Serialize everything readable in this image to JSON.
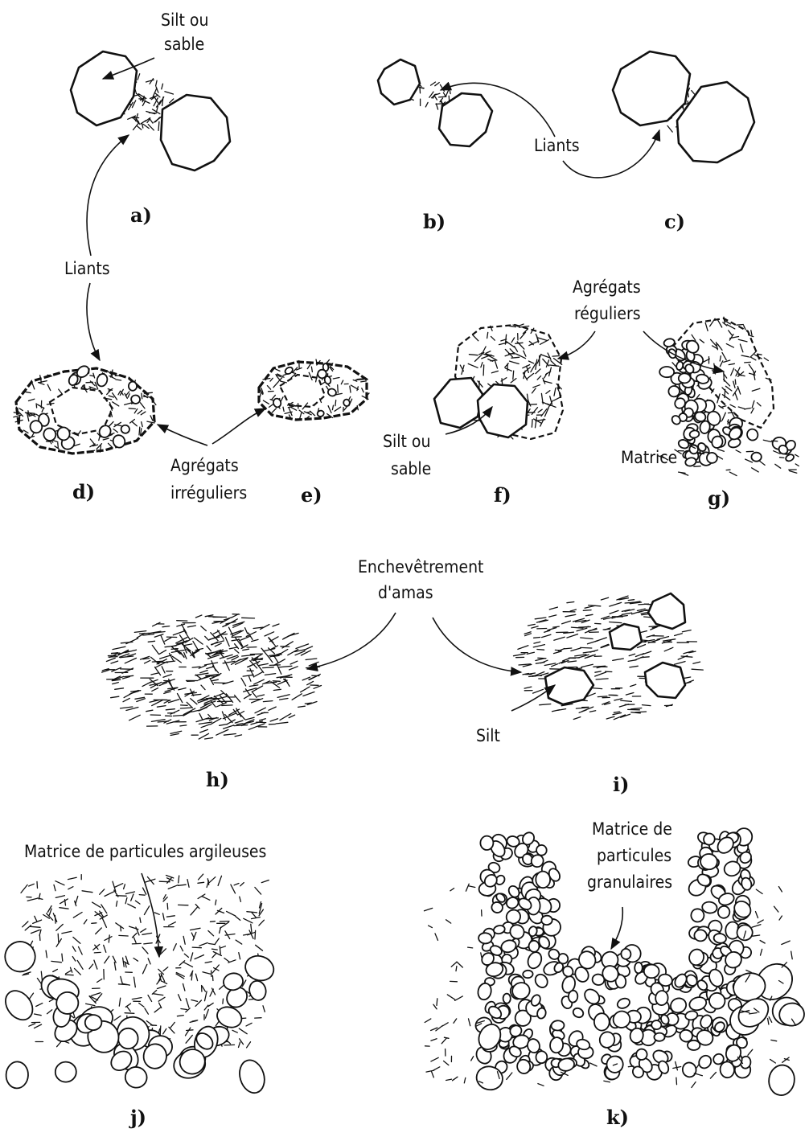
{
  "labels": {
    "silt_ou_sable_a": [
      "Silt ou",
      "sable"
    ],
    "liants_top": "Liants",
    "liants_left": "Liants",
    "agregats_reguliers": [
      "Agrégats",
      "réguliers"
    ],
    "matrice": "Matrice",
    "silt_ou_sable_f": [
      "Silt ou",
      "sable"
    ],
    "agregats_irreguliers": [
      "Agrégats",
      "irréguliers"
    ],
    "enchevetrement": [
      "Enchevêtrement",
      "d'amas"
    ],
    "silt": "Silt",
    "matrice_argileuses": "Matrice de particules argileuses",
    "matrice_granulaires": [
      "Matrice de",
      "particules",
      "granulaires"
    ]
  },
  "panels": [
    "a)",
    "b)",
    "c)",
    "d)",
    "e)",
    "f)",
    "g)",
    "h)",
    "i)",
    "j)",
    "k)"
  ]
}
